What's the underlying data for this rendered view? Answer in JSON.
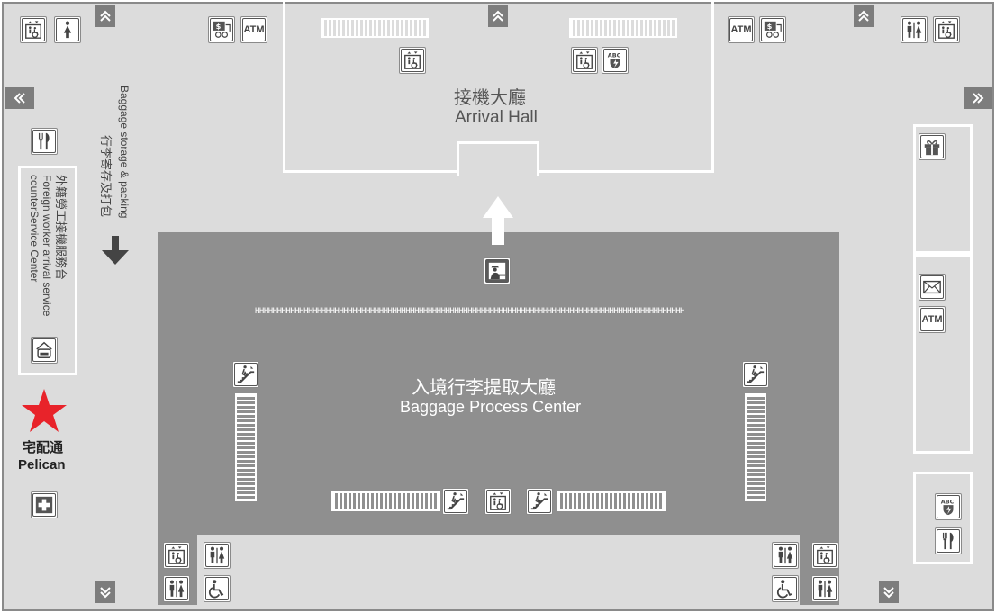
{
  "arrival_hall": {
    "name_cn": "接機大廳",
    "name_en": "Arrival Hall"
  },
  "baggage_center": {
    "name_cn": "入境行李提取大廳",
    "name_en": "Baggage Process Center"
  },
  "foreign_worker_center": {
    "name_cn": "外籍勞工接機服務台",
    "name_en_line1": "Foreign worker arrival service",
    "name_en_line2": "counterService Center"
  },
  "baggage_storage": {
    "name_cn": "行李寄存及打包",
    "name_en": "Baggage storage & packing"
  },
  "pelican": {
    "name_cn": "宅配通",
    "name_en": "Pelican",
    "marker_color": "#e8232a"
  },
  "atm_label": "ATM",
  "icon_labels": {
    "abc": "ABC"
  },
  "gate_row_text": "HHHHHHHHHHHHHHHHHHHHHHHHHHHHHHHHHHHHHHHHHHHHHHHHHHHHHHHHHHHHHHHHHHHHHHHHHHHHHHHHHHHHHHHHHHHHHHHHH",
  "colors": {
    "floor": "#dcdcdc",
    "hall": "#8f8f8f",
    "border": "#8a8a8a",
    "marker": "#e8232a"
  },
  "icons": [
    "elevator-accessible-icon",
    "restroom-female-icon",
    "currency-exchange-icon",
    "atm-icon",
    "restroom-icon",
    "restaurant-icon",
    "home-delivery-icon",
    "first-aid-icon",
    "gift-shop-icon",
    "mail-icon",
    "lost-found-icon",
    "customs-officer-icon",
    "escalator-up-icon",
    "wheelchair-icon",
    "chevron-up-icon",
    "chevron-down-icon",
    "chevron-left-icon",
    "chevron-right-icon"
  ]
}
